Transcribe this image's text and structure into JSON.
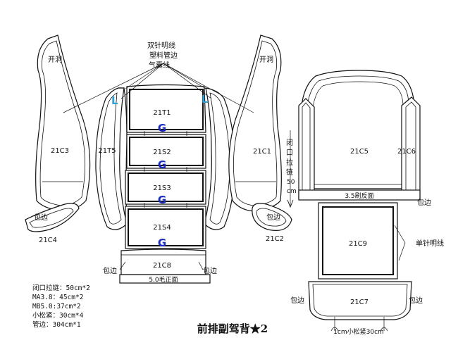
{
  "annotations": {
    "top_line1": "双针明线",
    "top_line2": "塑料管边",
    "top_line3": "气囊线",
    "open_left": "开洞",
    "open_right": "开洞",
    "zipper_v1": "闭",
    "zipper_v2": "口",
    "zipper_v3": "拉",
    "zipper_v4": "链",
    "zipper_len1": "50",
    "zipper_len2": "cm",
    "reverse_fabric": "3.5刷反面",
    "single_stitch": "单针明线",
    "elastic": "1cm小松紧30cm",
    "plush": "5.0毛正面",
    "binding_l1": "包边",
    "binding_l2": "包边",
    "binding_c1": "包边",
    "binding_c2": "包边",
    "binding_r1": "包边",
    "binding_r2": "包边",
    "binding_r3": "包边"
  },
  "pieces": {
    "c3": "21C3",
    "c4": "21C4",
    "t5": "21T5",
    "t1": "21T1",
    "s2": "21S2",
    "s3": "21S3",
    "s4": "21S4",
    "c8": "21C8",
    "c1": "21C1",
    "c2": "21C2",
    "c5": "21C5",
    "c6": "21C6",
    "c9": "21C9",
    "c7": "21C7"
  },
  "marks": {
    "g": "G",
    "l": "L"
  },
  "notes": [
    "闭口拉链：50cm*2",
    "MA3.8：45cm*2",
    "MB5.0:37cm*2",
    "小松紧：30cm*4",
    "管边：304cm*1"
  ],
  "title": "前排副驾背★2"
}
